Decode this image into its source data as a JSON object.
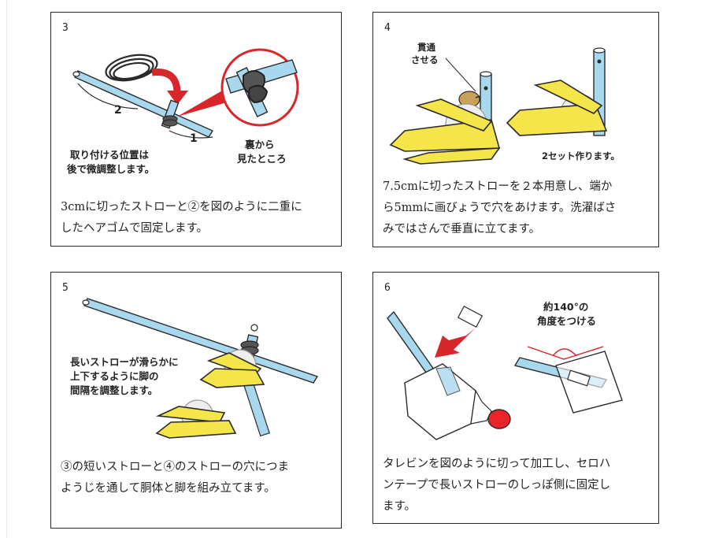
{
  "steps": [
    {
      "number": "3",
      "labels": [
        "取り付ける位置は",
        "後で微調整します。",
        "裏から",
        "見たところ",
        "2",
        "1"
      ],
      "caption": [
        "3cmに切ったストローと②を図のように二重に",
        "したヘアゴムで固定します。"
      ]
    },
    {
      "number": "4",
      "labels": [
        "貫通",
        "させる",
        "2セット作ります。"
      ],
      "caption": [
        "7.5cmに切ったストローを２本用意し、端か",
        "ら5mmに画びょうで穴をあけます。洗濯ばさ",
        "みではさんで垂直に立てます。"
      ]
    },
    {
      "number": "5",
      "labels": [
        "長いストローが滑らかに",
        "上下するように脚の",
        "間隔を調整します。"
      ],
      "caption": [
        "③の短いストローと④のストローの穴につま",
        "ようじを通して胴体と脚を組み立てます。"
      ]
    },
    {
      "number": "6",
      "labels": [
        "約140°の",
        "角度をつける"
      ],
      "caption": [
        "タレビンを図のように切って加工し、セロハ",
        "ンテープで長いストローのしっぽ側に固定し",
        "ます。"
      ]
    }
  ],
  "colors": {
    "straw": "#a8d8ee",
    "clip": "#f4e64a",
    "arrow": "#d8262a",
    "cap": "#e8262a",
    "outline": "#2a2a2a"
  }
}
